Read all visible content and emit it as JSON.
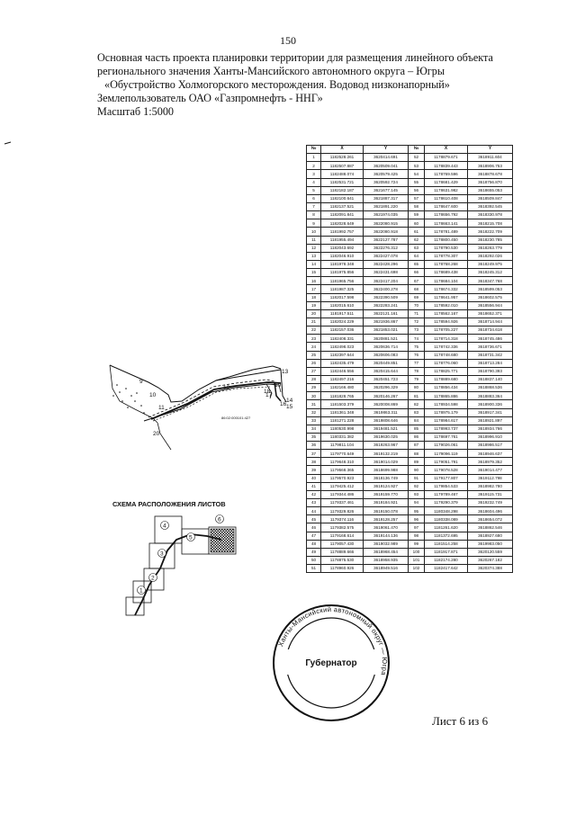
{
  "page_number": "150",
  "header": {
    "line1": "Основная часть проекта планировки территории для размещения линейного объекта",
    "line2": "регионального значения Ханты-Мансийского автономного округа – Югры",
    "line3": "«Обустройство Холмогорского месторождения. Водовод низконапорный»",
    "line4": "Землепользователь ОАО «Газпромнефть - ННГ»",
    "line5": "Масштаб 1:5000"
  },
  "table": {
    "headers": [
      "№",
      "X",
      "Y",
      "№",
      "X",
      "Y"
    ],
    "rows": [
      [
        "1",
        "1182528.261",
        "3620414.691",
        "52",
        "1178879.671",
        "3618911.604"
      ],
      [
        "2",
        "1182507.887",
        "3620509.041",
        "53",
        "1178839.443",
        "3618906.753"
      ],
      [
        "3",
        "1182488.074",
        "3620579.425",
        "54",
        "1178769.596",
        "3618878.678"
      ],
      [
        "4",
        "1182531.721",
        "3620592.724",
        "55",
        "1178681.429",
        "3618756.870"
      ],
      [
        "5",
        "1182182.187",
        "3621677.145",
        "56",
        "1178631.982",
        "3618655.053"
      ],
      [
        "6",
        "1182100.641",
        "3621887.317",
        "57",
        "1178610.408",
        "3618509.847"
      ],
      [
        "7",
        "1182137.521",
        "3621891.220",
        "58",
        "1178647.600",
        "3618392.545"
      ],
      [
        "8",
        "1182091.841",
        "3621974.035",
        "59",
        "1178656.792",
        "3618330.978"
      ],
      [
        "9",
        "1182028.649",
        "3622080.915",
        "60",
        "1178663.141",
        "3618215.708"
      ],
      [
        "10",
        "1181992.757",
        "3622080.918",
        "61",
        "1178781.489",
        "3618222.709"
      ],
      [
        "11",
        "1181955.494",
        "3622127.787",
        "62",
        "1178800.450",
        "3618230.785"
      ],
      [
        "12",
        "1182043.692",
        "3622276.312",
        "63",
        "1178790.530",
        "3618263.779"
      ],
      [
        "13",
        "1182046.910",
        "3622427.078",
        "64",
        "1178778.307",
        "3618292.026"
      ],
      [
        "14",
        "1181978.348",
        "3622428.296",
        "65",
        "1178768.268",
        "3618249.975"
      ],
      [
        "15",
        "1181975.856",
        "3622431.698",
        "66",
        "1178689.438",
        "3618245.312"
      ],
      [
        "16",
        "1181965.756",
        "3622417.204",
        "67",
        "1178684.104",
        "3618347.768"
      ],
      [
        "17",
        "1181987.325",
        "3622400.278",
        "68",
        "1178674.332",
        "3618599.053"
      ],
      [
        "18",
        "1182017.598",
        "3622390.509",
        "69",
        "1178641.957",
        "3618602.575"
      ],
      [
        "19",
        "1182015.610",
        "3622283.241",
        "70",
        "1178592.010",
        "3618556.944"
      ],
      [
        "20",
        "1181917.511",
        "3622121.161",
        "71",
        "1178562.167",
        "3618652.371"
      ],
      [
        "21",
        "1182024.229",
        "3621936.867",
        "72",
        "1178594.926",
        "3618714.944"
      ],
      [
        "22",
        "1182157.036",
        "3621853.021",
        "73",
        "1178705.227",
        "3618734.618"
      ],
      [
        "23",
        "1182408.331",
        "3620881.521",
        "74",
        "1178714.318",
        "3618745.486"
      ],
      [
        "24",
        "1182498.023",
        "3620636.714",
        "75",
        "1178742.336",
        "3618736.671"
      ],
      [
        "25",
        "1182397.644",
        "3620606.083",
        "76",
        "1178748.680",
        "3618731.342"
      ],
      [
        "26",
        "1182435.479",
        "3620449.851",
        "77",
        "1178776.060",
        "3618713.284"
      ],
      [
        "27",
        "1182446.556",
        "3620415.644",
        "78",
        "1178825.771",
        "3618790.393"
      ],
      [
        "28",
        "1182497.216",
        "3620451.723",
        "79",
        "1178889.680",
        "3618837.140"
      ],
      [
        "29",
        "1182166.480",
        "3620296.329",
        "80",
        "1178856.434",
        "3618868.536"
      ],
      [
        "30",
        "1181828.765",
        "3620146.267",
        "81",
        "1178865.886",
        "3618883.364"
      ],
      [
        "31",
        "1181503.379",
        "3620008.869",
        "82",
        "1178934.598",
        "3618900.336"
      ],
      [
        "32",
        "1181361.348",
        "3619863.311",
        "83",
        "1178975.179",
        "3618917.341"
      ],
      [
        "33",
        "1181271.228",
        "3619808.646",
        "84",
        "1178984.617",
        "3618921.897"
      ],
      [
        "34",
        "1180530.998",
        "3619481.521",
        "85",
        "1178993.737",
        "3618934.766"
      ],
      [
        "35",
        "1180331.382",
        "3619630.025",
        "86",
        "1178697.761",
        "3618996.910"
      ],
      [
        "36",
        "1179811.104",
        "3619263.967",
        "87",
        "1179026.061",
        "3618986.517"
      ],
      [
        "37",
        "1179770.649",
        "3619132.219",
        "88",
        "1179096.119",
        "3618946.637"
      ],
      [
        "38",
        "1179648.310",
        "3619014.029",
        "89",
        "1179051.791",
        "3618979.352"
      ],
      [
        "39",
        "1179568.365",
        "3618699.988",
        "90",
        "1179078.528",
        "3619014.477"
      ],
      [
        "40",
        "1179570.923",
        "3618136.749",
        "91",
        "1179177.807",
        "3619112.798"
      ],
      [
        "41",
        "1179425.412",
        "3619124.927",
        "92",
        "1179854.533",
        "3618982.780"
      ],
      [
        "42",
        "1179344.486",
        "3619159.770",
        "93",
        "1179789.467",
        "3619115.731"
      ],
      [
        "43",
        "1179337.461",
        "3619184.921",
        "94",
        "1179290.379",
        "3619232.749"
      ],
      [
        "44",
        "1179329.826",
        "3619150.078",
        "95",
        "1180348.298",
        "3618604.496"
      ],
      [
        "45",
        "1179374.116",
        "3619128.257",
        "96",
        "1180338.089",
        "3618654.072"
      ],
      [
        "46",
        "1179382.575",
        "3619061.470",
        "97",
        "1181261.620",
        "3618862.546"
      ],
      [
        "47",
        "1179168.614",
        "3619144.136",
        "98",
        "1181372.695",
        "3618927.680"
      ],
      [
        "48",
        "1179057.430",
        "3619032.989",
        "99",
        "1181514.258",
        "3619983.050"
      ],
      [
        "49",
        "1178889.666",
        "3618968.454",
        "100",
        "1181917.871",
        "3620120.559"
      ],
      [
        "50",
        "1178875.530",
        "3618958.935",
        "101",
        "1182174.280",
        "3620267.182"
      ],
      [
        "51",
        "1178960.926",
        "3618949.516",
        "102",
        "1182417.642",
        "3620374.388"
      ]
    ]
  },
  "map": {
    "point_labels": [
      "9",
      "10",
      "11",
      "12",
      "13",
      "14",
      "15",
      "16",
      "17",
      "18",
      "19",
      "20"
    ],
    "code_label": "86:02:000101:427"
  },
  "scheme": {
    "title": "СХЕМА РАСПОЛОЖЕНИЯ ЛИСТОВ",
    "sheet_numbers": [
      "4",
      "6",
      "5",
      "3",
      "2",
      "1"
    ]
  },
  "stamp": {
    "center_text": "Губернатор",
    "ring_text": "Ханты-Мансийский автономный округ — Югра"
  },
  "footer": "Лист 6 из 6"
}
